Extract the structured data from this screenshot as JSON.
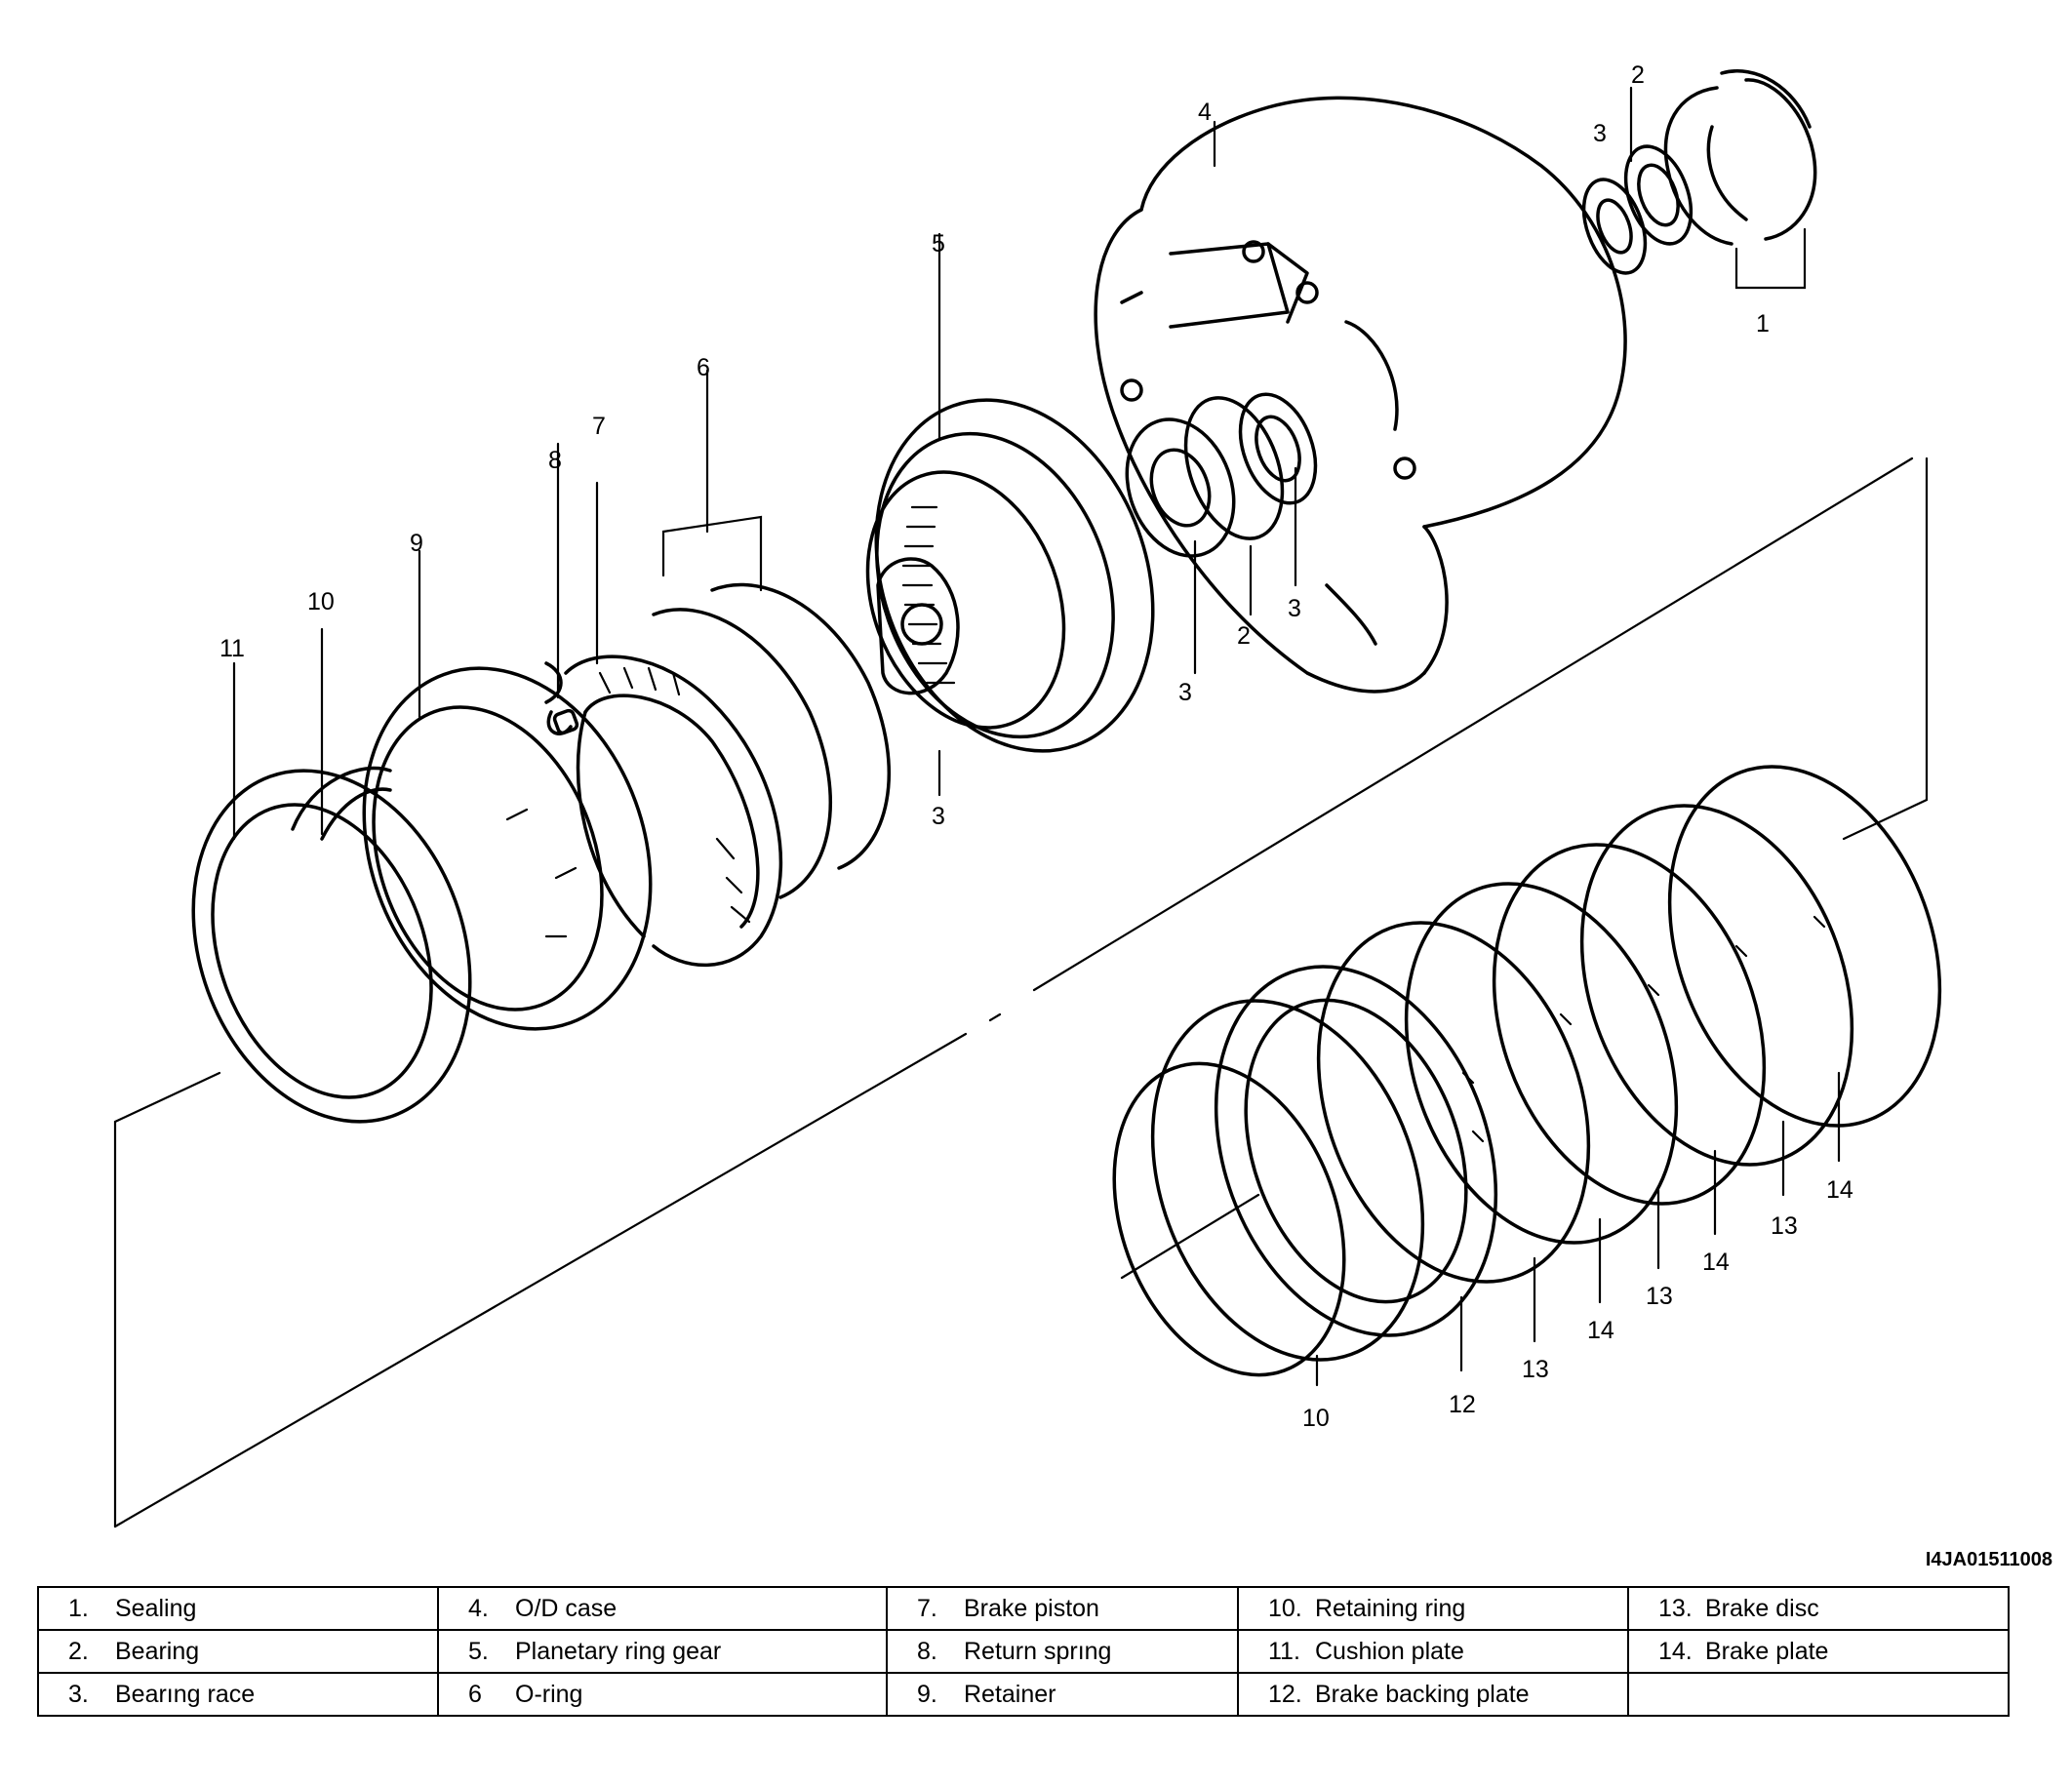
{
  "figure": {
    "reference_code": "I4JA01511008",
    "callouts": {
      "c1": "1",
      "c2a": "2",
      "c2b": "2",
      "c3a": "3",
      "c3b": "3",
      "c3c": "3",
      "c3d": "3",
      "c4": "4",
      "c5": "5",
      "c6": "6",
      "c7": "7",
      "c8": "8",
      "c9": "9",
      "c10a": "10",
      "c10b": "10",
      "c11": "11",
      "c12": "12",
      "c13a": "13",
      "c13b": "13",
      "c13c": "13",
      "c14a": "14",
      "c14b": "14",
      "c14c": "14"
    }
  },
  "legend": {
    "rows": [
      [
        {
          "num": "1.",
          "label": "Sealing"
        },
        {
          "num": "4.",
          "label": "O/D case"
        },
        {
          "num": "7.",
          "label": "Brake piston"
        },
        {
          "num": "10.",
          "label": "Retaining ring"
        },
        {
          "num": "13.",
          "label": "Brake disc"
        }
      ],
      [
        {
          "num": "2.",
          "label": "Bearing"
        },
        {
          "num": "5.",
          "label": "Planetary ring gear"
        },
        {
          "num": "8.",
          "label": "Return sprıng"
        },
        {
          "num": "11.",
          "label": "Cushion plate"
        },
        {
          "num": "14.",
          "label": "Brake plate"
        }
      ],
      [
        {
          "num": "3.",
          "label": "Bearıng race"
        },
        {
          "num": "6",
          "label": "O-ring"
        },
        {
          "num": "9.",
          "label": "Retainer"
        },
        {
          "num": "12.",
          "label": "Brake backing plate"
        },
        {
          "num": "",
          "label": ""
        }
      ]
    ]
  }
}
